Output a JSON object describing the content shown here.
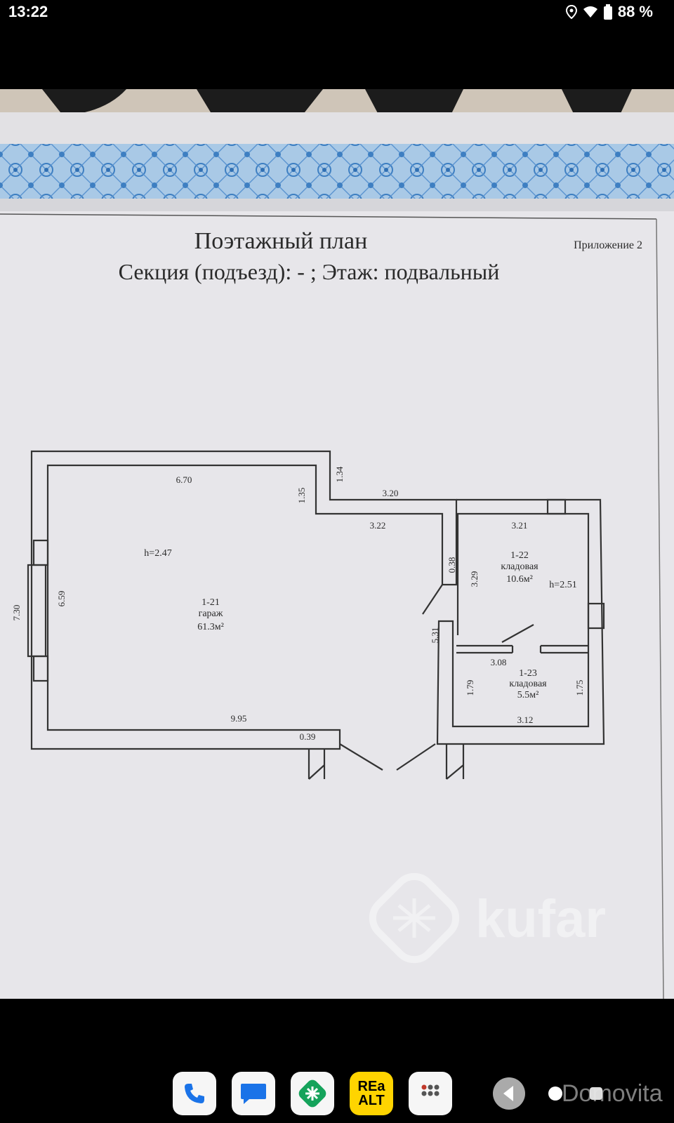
{
  "status_bar": {
    "time": "13:22",
    "battery": "88 %",
    "icons": [
      "location-icon",
      "wifi-icon",
      "battery-icon"
    ]
  },
  "document": {
    "title": "Поэтажный план",
    "subtitle": "Секция (подъезд): -  ;  Этаж: подвальный",
    "appendix": "Приложение 2",
    "rooms": [
      {
        "id": "1-21",
        "name": "гараж",
        "area": "61.3м²",
        "height": "h=2.47"
      },
      {
        "id": "1-22",
        "name": "кладовая",
        "area": "10.6м²",
        "height": "h=2.51"
      },
      {
        "id": "1-23",
        "name": "кладовая",
        "area": "5.5м²"
      }
    ],
    "dimensions": {
      "d670": "6.70",
      "d135": "1.35",
      "d134": "1.34",
      "d320": "3.20",
      "d322": "3.22",
      "d321": "3.21",
      "d038": "0.38",
      "d329": "3.29",
      "d730": "7.30",
      "d659": "6.59",
      "d531": "5.31",
      "d308": "3.08",
      "d179": "1.79",
      "d175": "1.75",
      "d995": "9.95",
      "d039": "0.39",
      "d312": "3.12"
    },
    "watermark": "kufar"
  },
  "dock": {
    "apps": [
      "phone-app",
      "messages-app",
      "kufar-app",
      "realt-app",
      "app-drawer"
    ],
    "realt_label_top": "REa",
    "realt_label_bottom": "ALT"
  },
  "watermark_bottom": "Domovita"
}
